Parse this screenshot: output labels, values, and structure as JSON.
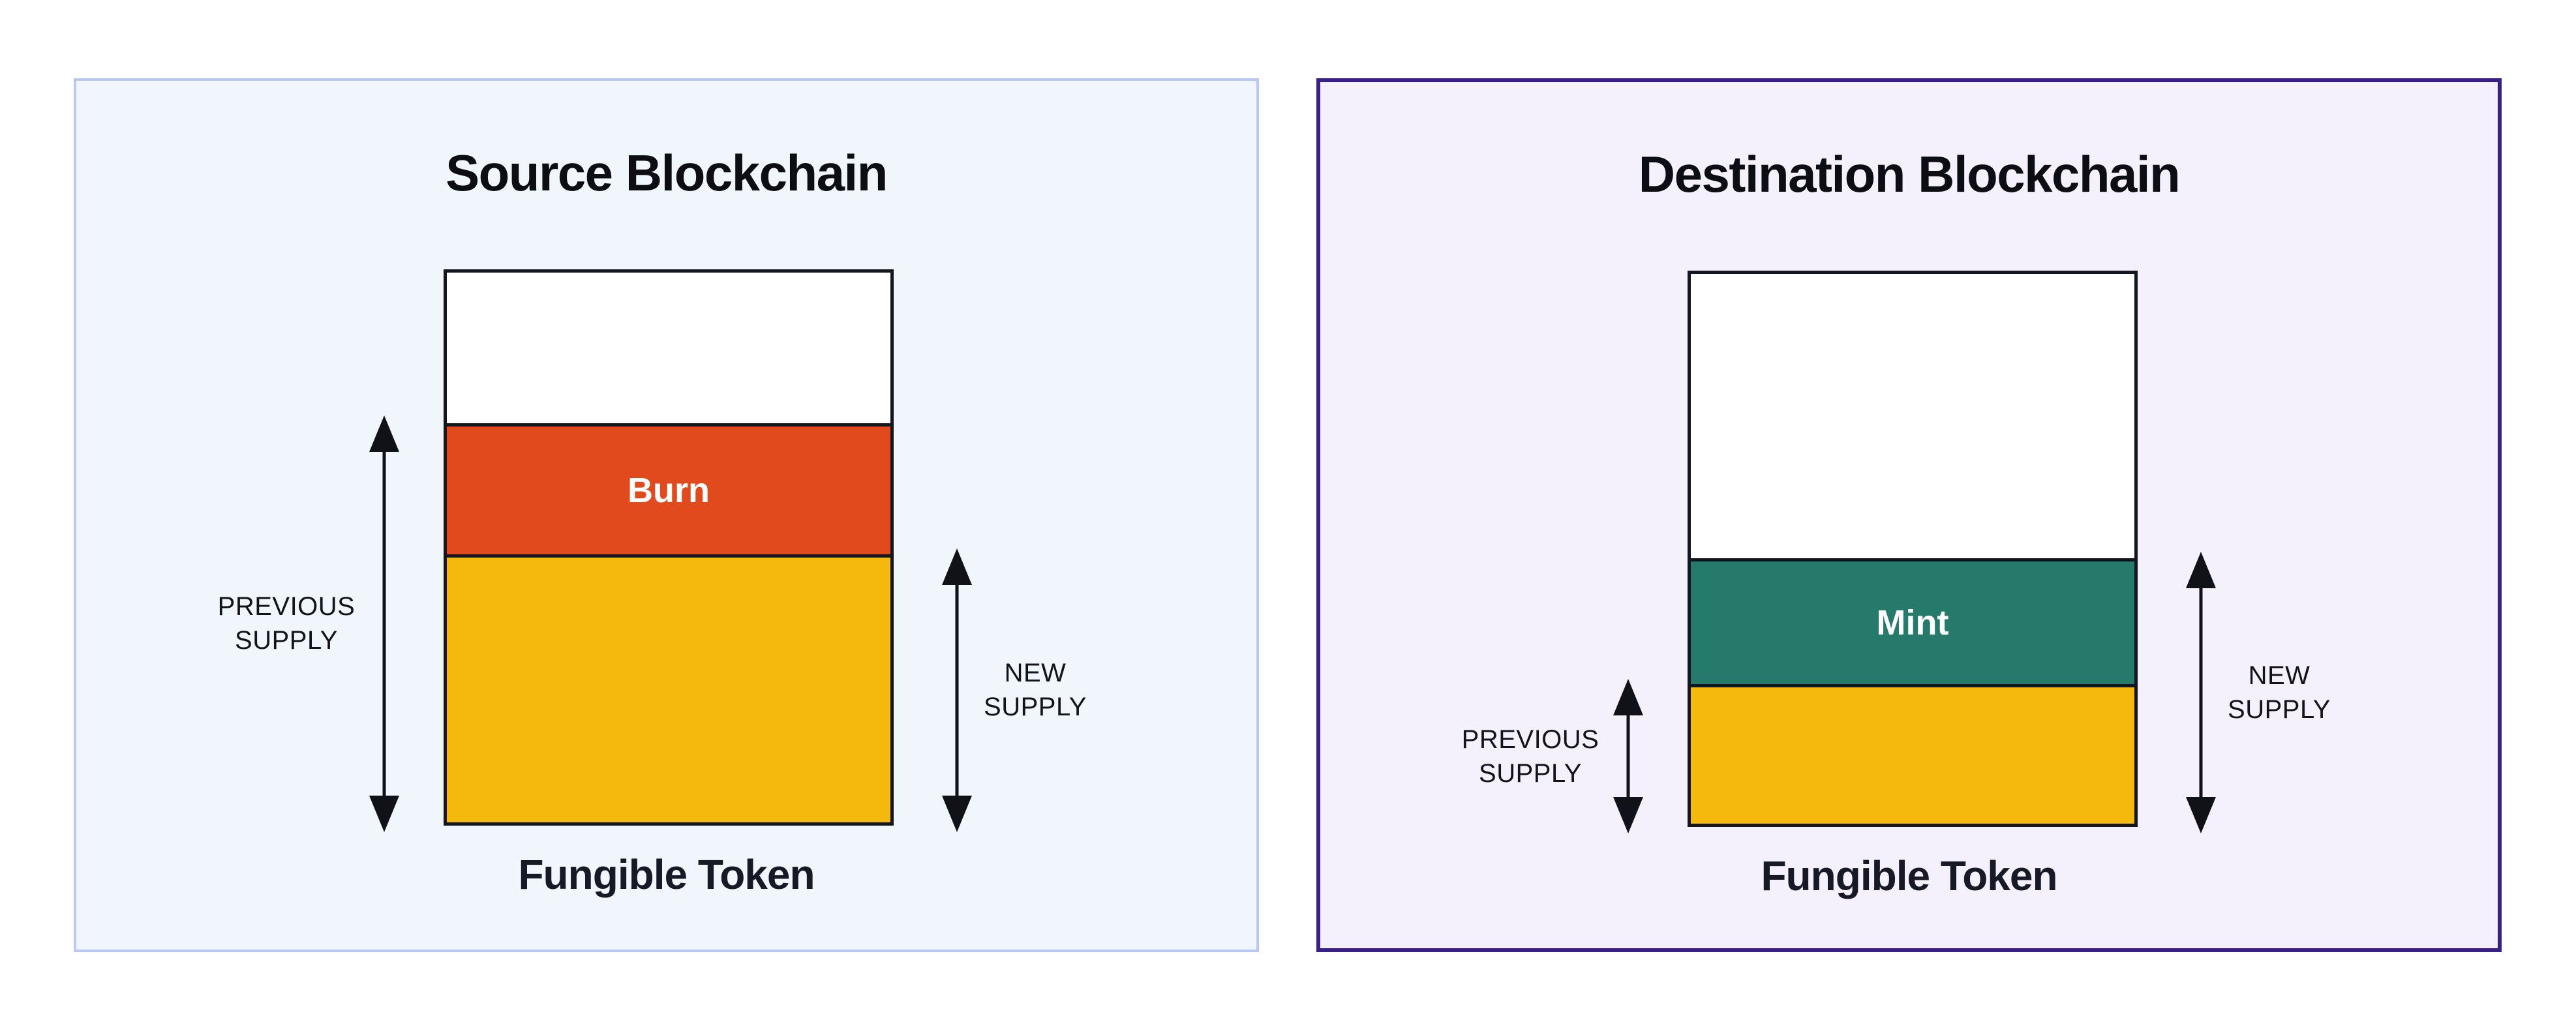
{
  "diagram": {
    "description_colors": {
      "bar_border": "#14161f",
      "arrow_color": "#101218",
      "burn_orange": "#e04a1c",
      "supply_yellow": "#f5b90d",
      "mint_teal": "#267a6c",
      "source_panel_bg": "#f1f5fc",
      "source_panel_border": "#b7c9f2",
      "dest_panel_bg": "#f4f1fc",
      "dest_panel_border": "#392088"
    }
  },
  "panels": [
    {
      "id": "source",
      "title": "Source Blockchain",
      "caption": "Fungible Token",
      "background": "#f1f5fc",
      "border_color": "#b7c9f2",
      "border_width": 4,
      "bar": {
        "border_color": "#14161f",
        "segments": [
          {
            "label": "",
            "color": "#ffffff",
            "pct": 27.4
          },
          {
            "label": "Burn",
            "color": "#e04a1c",
            "text_color": "#ffffff",
            "pct": 23.9
          },
          {
            "label": "",
            "color": "#f5b90d",
            "pct": 48.7
          }
        ]
      },
      "arrows": [
        {
          "label": "PREVIOUS SUPPLY",
          "lines": [
            "PREVIOUS",
            "SUPPLY"
          ],
          "side": "left",
          "from_pct": 27.4,
          "to_pct": 100
        },
        {
          "label": "NEW SUPPLY",
          "lines": [
            "NEW",
            "SUPPLY"
          ],
          "side": "right",
          "from_pct": 51.3,
          "to_pct": 100
        }
      ]
    },
    {
      "id": "destination",
      "title": "Destination Blockchain",
      "caption": "Fungible Token",
      "background": "#f4f1fc",
      "border_color": "#392088",
      "border_width": 6,
      "bar": {
        "border_color": "#14161f",
        "segments": [
          {
            "label": "",
            "color": "#ffffff",
            "pct": 51.7
          },
          {
            "label": "Mint",
            "color": "#267a6c",
            "text_color": "#ffffff",
            "pct": 22.9
          },
          {
            "label": "",
            "color": "#f5b90d",
            "pct": 25.4
          }
        ]
      },
      "arrows": [
        {
          "label": "PREVIOUS SUPPLY",
          "lines": [
            "PREVIOUS",
            "SUPPLY"
          ],
          "side": "left",
          "from_pct": 74.6,
          "to_pct": 100
        },
        {
          "label": "NEW SUPPLY",
          "lines": [
            "NEW",
            "SUPPLY"
          ],
          "side": "right",
          "from_pct": 51.7,
          "to_pct": 100
        }
      ]
    }
  ]
}
